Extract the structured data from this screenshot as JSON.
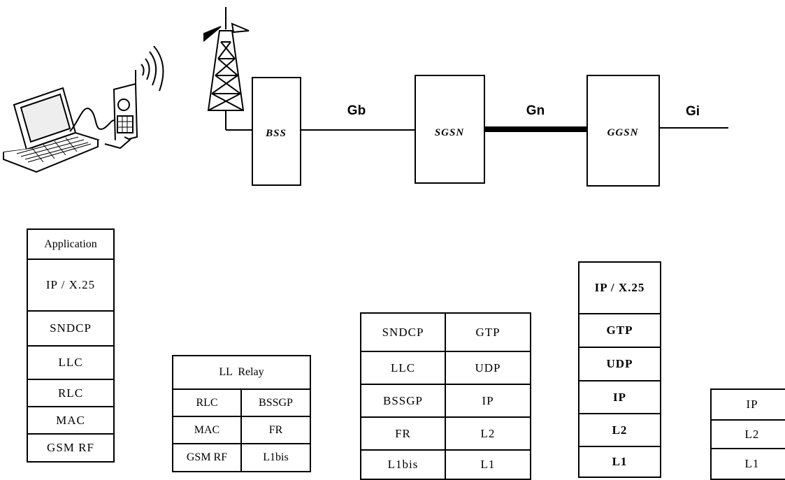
{
  "network": {
    "nodes": {
      "bss": "BSS",
      "sgsn": "SGSN",
      "ggsn": "GGSN"
    },
    "interfaces": {
      "gb": "Gb",
      "gn": "Gn",
      "gi": "Gi"
    }
  },
  "stacks": {
    "ms": {
      "layers": [
        "Application",
        "IP / X.25",
        "SNDCP",
        "LLC",
        "RLC",
        "MAC",
        "GSM RF"
      ]
    },
    "bss": {
      "relay": "LL  Relay",
      "rows": [
        [
          "RLC",
          "BSSGP"
        ],
        [
          "MAC",
          "FR"
        ],
        [
          "GSM RF",
          "L1bis"
        ]
      ]
    },
    "sgsn": {
      "rows": [
        [
          "SNDCP",
          "GTP"
        ],
        [
          "LLC",
          "UDP"
        ],
        [
          "BSSGP",
          "IP"
        ],
        [
          "FR",
          "L2"
        ],
        [
          "L1bis",
          "L1"
        ]
      ]
    },
    "ggsn": {
      "layers": [
        "IP / X.25",
        "GTP",
        "UDP",
        "IP",
        "L2",
        "L1"
      ]
    },
    "external": {
      "layers": [
        "IP",
        "L2",
        "L1"
      ]
    }
  }
}
